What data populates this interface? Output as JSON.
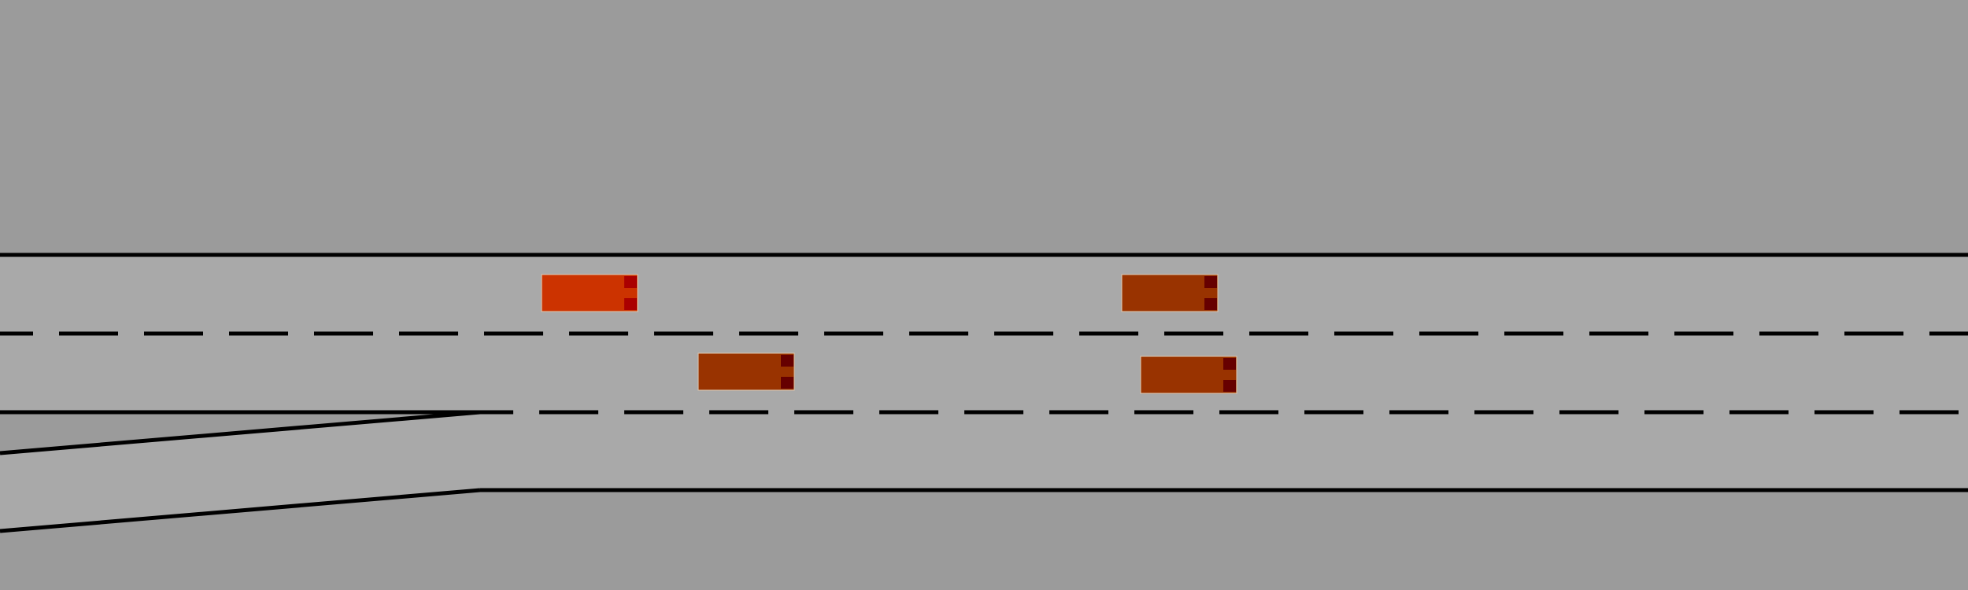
{
  "scene": {
    "type": "highway-merge-simulation",
    "colors": {
      "ground": "#9b9b9b",
      "road": "#a9a9a9",
      "lane_line": "#000000"
    },
    "lanes": [
      {
        "name": "lane-1",
        "marking_below": "dashed"
      },
      {
        "name": "lane-2",
        "marking_below": "solid-then-dashed"
      },
      {
        "name": "merge-lane",
        "marking_below": "solid"
      }
    ],
    "vehicles": [
      {
        "name": "ego-vehicle",
        "lane": "lane-1",
        "color": "#cc3300",
        "light_color": "#aa0000",
        "heading": "right"
      },
      {
        "name": "vehicle-1",
        "lane": "lane-1",
        "color": "#993300",
        "light_color": "#660000",
        "heading": "right"
      },
      {
        "name": "vehicle-2",
        "lane": "lane-2",
        "color": "#993300",
        "light_color": "#660000",
        "heading": "right"
      },
      {
        "name": "vehicle-3",
        "lane": "lane-2",
        "color": "#993300",
        "light_color": "#660000",
        "heading": "right"
      }
    ]
  }
}
